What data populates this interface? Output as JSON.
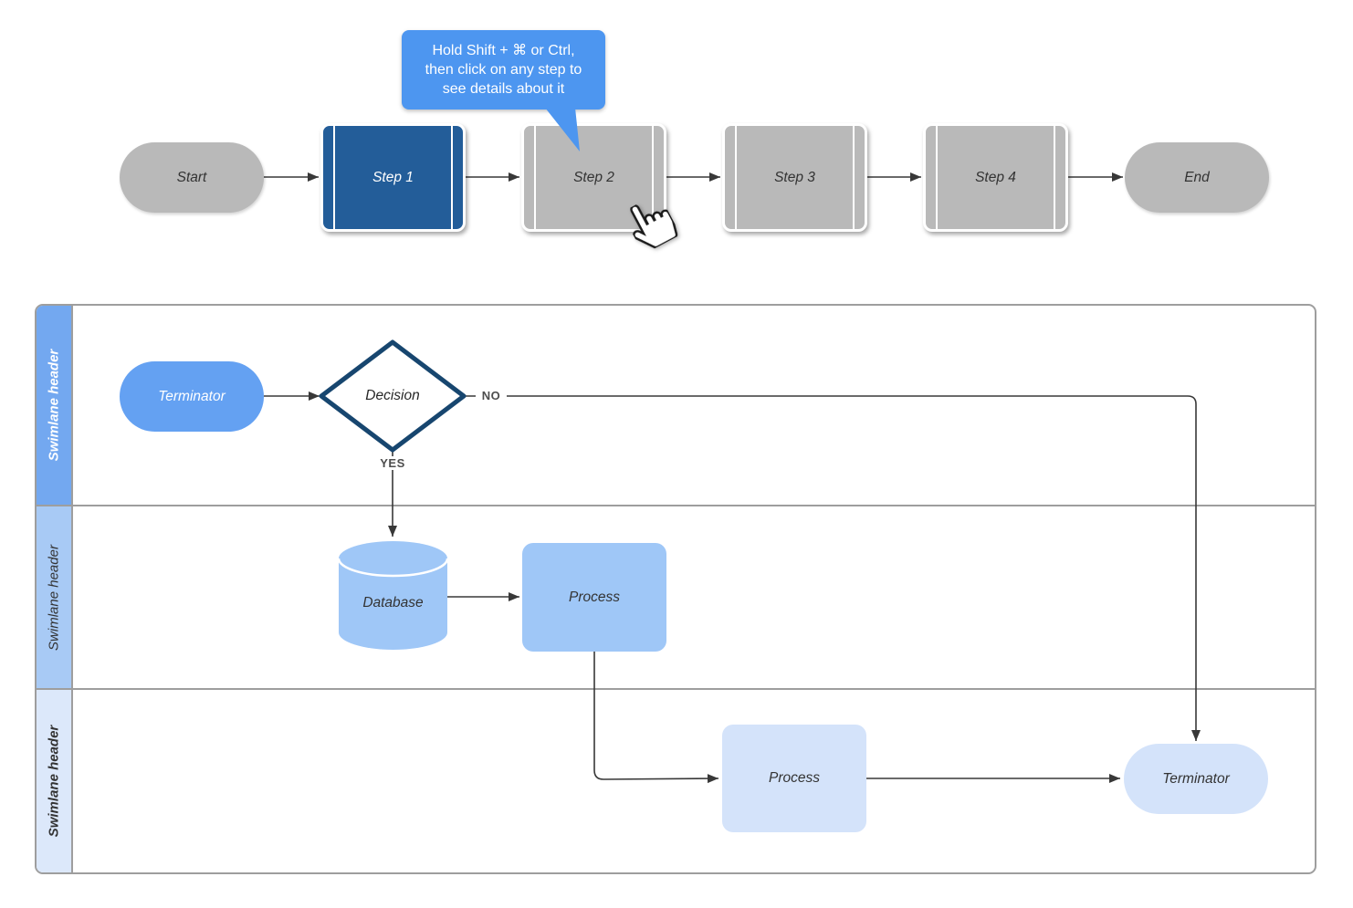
{
  "tooltip": {
    "text": "Hold Shift + ⌘ or Ctrl,\nthen click on any step to\nsee details about it"
  },
  "top_flow": {
    "start": "Start",
    "step1": "Step 1",
    "step2": "Step 2",
    "step3": "Step 3",
    "step4": "Step 4",
    "end": "End"
  },
  "swimlanes": {
    "lane1": {
      "label": "Swimlane header"
    },
    "lane2": {
      "label": "Swimlane header"
    },
    "lane3": {
      "label": "Swimlane header"
    }
  },
  "lane_shapes": {
    "terminator1": "Terminator",
    "decision": "Decision",
    "database": "Database",
    "process2": "Process",
    "process3": "Process",
    "terminator3": "Terminator"
  },
  "edge_labels": {
    "no": "NO",
    "yes": "YES"
  },
  "colors": {
    "tooltip_blue": "#4d96f0",
    "active_step_blue": "#235d99",
    "node_gray": "#b9b9b9",
    "lane1_header": "#73a8f0",
    "lane1_shape": "#64a1f2",
    "lane2_header": "#a8caf5",
    "lane2_shape": "#9fc7f7",
    "lane3_header": "#dce8fa",
    "lane3_shape": "#d4e3fa",
    "decision_border": "#17466f",
    "connector": "#383838",
    "lane_border": "#9e9e9e"
  }
}
